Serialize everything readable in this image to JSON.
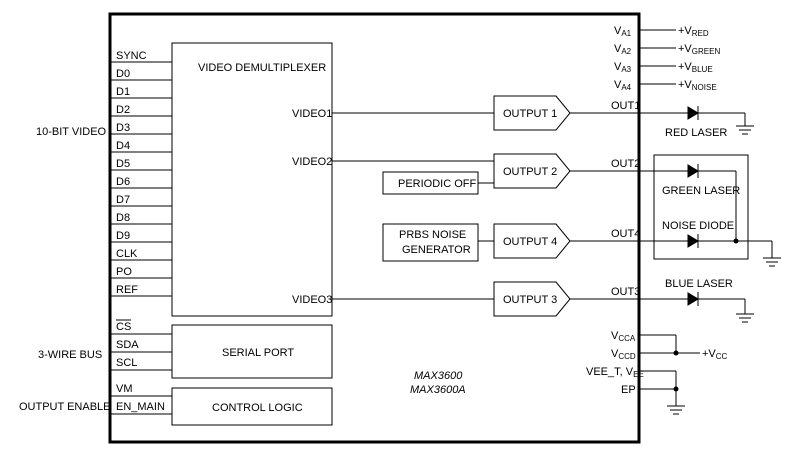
{
  "chip": {
    "name1": "MAX3600",
    "name2": "MAX3600A"
  },
  "left_pins": [
    "SYNC",
    "D0",
    "D1",
    "D2",
    "D3",
    "D4",
    "D5",
    "D6",
    "D7",
    "D8",
    "D9",
    "CLK",
    "PO",
    "REF"
  ],
  "serial_pins": {
    "cs": "CS",
    "sda": "SDA",
    "scl": "SCL"
  },
  "control_pins": {
    "vm": "VM",
    "en_main": "EN_MAIN"
  },
  "external_labels": {
    "video_bus": "10-BIT VIDEO",
    "serial_bus": "3-WIRE BUS",
    "output_enable": "OUTPUT ENABLE"
  },
  "blocks": {
    "demux": "VIDEO DEMULTIPLEXER",
    "serial_port": "SERIAL PORT",
    "control_logic": "CONTROL LOGIC",
    "periodic_off": "PERIODIC OFF",
    "prbs_line1": "PRBS NOISE",
    "prbs_line2": "GENERATOR"
  },
  "demux_outputs": {
    "video1": "VIDEO1",
    "video2": "VIDEO2",
    "video3": "VIDEO3"
  },
  "output_drivers": {
    "out1": "OUTPUT 1",
    "out2": "OUTPUT 2",
    "out4": "OUTPUT 4",
    "out3": "OUTPUT 3"
  },
  "output_pins": {
    "out1": "OUT1",
    "out2": "OUT2",
    "out4": "OUT4",
    "out3": "OUT3"
  },
  "supply_pins": [
    {
      "pin": "V",
      "sub": "A1",
      "rail": "+V",
      "rail_sub": "RED"
    },
    {
      "pin": "V",
      "sub": "A2",
      "rail": "+V",
      "rail_sub": "GREEN"
    },
    {
      "pin": "V",
      "sub": "A3",
      "rail": "+V",
      "rail_sub": "BLUE"
    },
    {
      "pin": "V",
      "sub": "A4",
      "rail": "+V",
      "rail_sub": "NOISE"
    }
  ],
  "power_pins": {
    "vcca": "V",
    "vcca_sub": "CCA",
    "vccd": "V",
    "vccd_sub": "CCD",
    "vcc": "+V",
    "vcc_sub": "CC",
    "vee_pre": "VEE_T, V",
    "vee_sub": "EE",
    "ep": "EP"
  },
  "lasers": {
    "red": "RED LASER",
    "green": "GREEN LASER",
    "noise": "NOISE DIODE",
    "blue": "BLUE LASER"
  }
}
